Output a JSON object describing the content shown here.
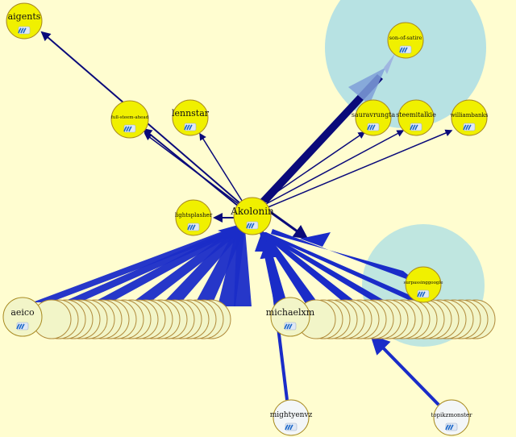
{
  "graph": {
    "center": {
      "id": "akolonin",
      "label": "Akolonin"
    },
    "nodes": [
      {
        "id": "aigents",
        "label": "aigents"
      },
      {
        "id": "son-of-satire",
        "label": "son-of-satire"
      },
      {
        "id": "full-steem-ahead",
        "label": "full-steem-ahead"
      },
      {
        "id": "lennstar",
        "label": "lennstar"
      },
      {
        "id": "sauravrungta",
        "label": "sauravrungta"
      },
      {
        "id": "steemitalkie",
        "label": "steemitalkie"
      },
      {
        "id": "williambanks",
        "label": "williambanks"
      },
      {
        "id": "lightsplasher",
        "label": "lightsplasher"
      },
      {
        "id": "surpassinggoogle",
        "label": "surpassinggoogle"
      },
      {
        "id": "aeico",
        "label": "aeico"
      },
      {
        "id": "michaelxm",
        "label": "michaelxm"
      },
      {
        "id": "mightyenvz",
        "label": "mightyenvz"
      },
      {
        "id": "topikzmonster",
        "label": "topikzmonster"
      }
    ],
    "node_icon": "steem-logo-icon",
    "colors": {
      "background": "#fffdd0",
      "node_yellow": "#f0f000",
      "node_pale": "#f2f5c8",
      "node_white": "#f3f6f8",
      "edge": "#1a2cc8",
      "edge_dark": "#0a0a7a",
      "halo": "#aadde6",
      "logo": "#1a66c8"
    }
  }
}
